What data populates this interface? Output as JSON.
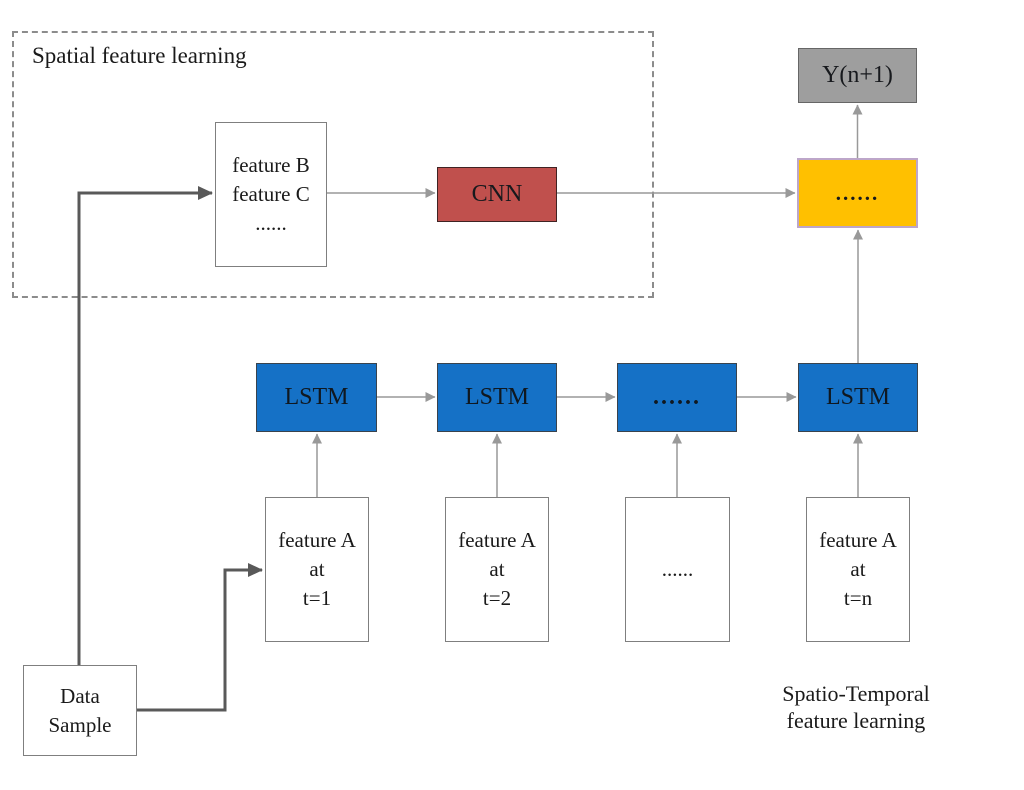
{
  "diagram": {
    "regions": {
      "spatial": {
        "label": "Spatial feature learning"
      }
    },
    "nodes": {
      "feature_bc": {
        "label": "feature B\nfeature C\n......"
      },
      "cnn": {
        "label": "CNN"
      },
      "output": {
        "label": "Y(n+1)"
      },
      "merge": {
        "label": "......"
      },
      "lstm1": {
        "label": "LSTM"
      },
      "lstm2": {
        "label": "LSTM"
      },
      "lstm_dots": {
        "label": "......"
      },
      "lstm4": {
        "label": "LSTM"
      },
      "feature_t1": {
        "label": "feature A\nat\nt=1"
      },
      "feature_t2": {
        "label": "feature A\nat\nt=2"
      },
      "feature_dots": {
        "label": "......"
      },
      "feature_tn": {
        "label": "feature A\nat\nt=n"
      },
      "data_sample": {
        "label": "Data\nSample"
      }
    },
    "captions": {
      "spatio_temporal": "Spatio-Temporal\nfeature learning"
    },
    "colors": {
      "lstm_blue": "#1571c6",
      "cnn_red": "#c0504d",
      "output_gray_fill": "#9e9e9e",
      "output_gray_border": "#666666",
      "merge_orange_fill": "#ffc000",
      "merge_orange_border": "#bda6c9",
      "plain_box_border": "#7f7f7f",
      "dashed_region_border": "#8c8c8c",
      "thick_connector": "#595959",
      "thin_connector": "#999999",
      "text": "#1a1a1a",
      "background": "#ffffff"
    }
  }
}
